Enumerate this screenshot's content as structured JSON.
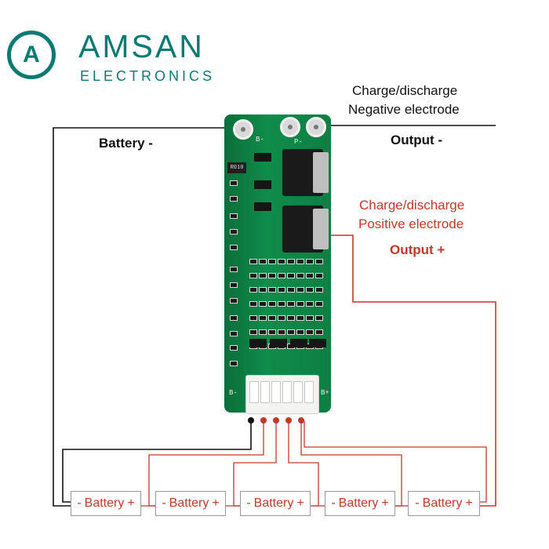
{
  "logo": {
    "emblem_letter": "A",
    "name": "AMSAN",
    "subtitle": "ELECTRONICS",
    "color": "#0a7a72"
  },
  "labels": {
    "battery_minus": "Battery -",
    "negative_line1": "Charge/discharge",
    "negative_line2": "Negative electrode",
    "output_minus": "Output -",
    "positive_line1": "Charge/discharge",
    "positive_line2": "Positive electrode",
    "output_plus": "Output +"
  },
  "pcb": {
    "resistor_marking": "R010",
    "pad_label_b": "B-",
    "pad_label_p": "P-",
    "connector_label_left": "B-",
    "connector_label_right": "B+"
  },
  "batteries": [
    {
      "minus": "-",
      "label": "Battery",
      "plus": "+"
    },
    {
      "minus": "-",
      "label": "Battery",
      "plus": "+"
    },
    {
      "minus": "-",
      "label": "Battery",
      "plus": "+"
    },
    {
      "minus": "-",
      "label": "Battery",
      "plus": "+"
    },
    {
      "minus": "-",
      "label": "Battery",
      "plus": "+"
    }
  ],
  "colors": {
    "negative_wire": "#111111",
    "positive_wire": "#c0392b",
    "battery_border": "#999999",
    "pcb_green": "#0f8c4a"
  }
}
